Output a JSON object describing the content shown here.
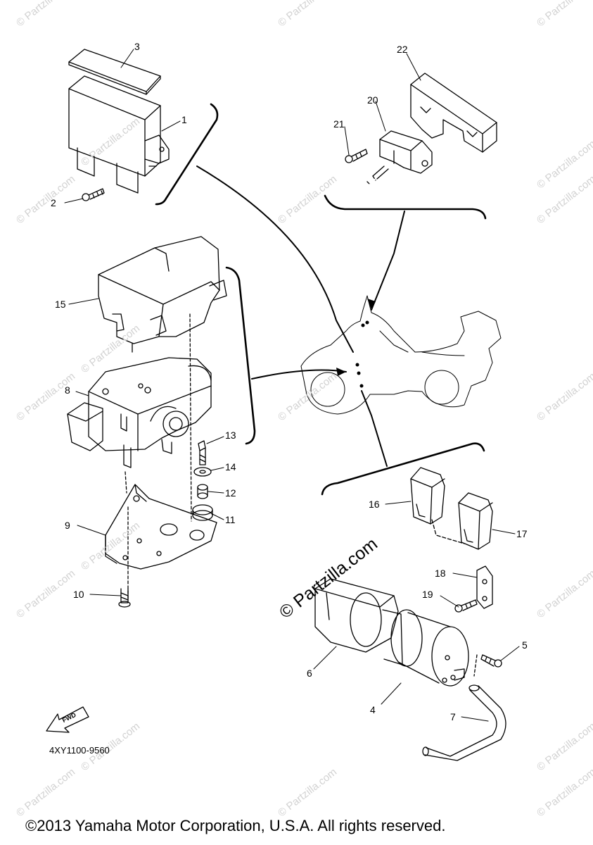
{
  "watermark": "© Partzilla.com",
  "center_watermark": "© Partzilla.com",
  "callouts": [
    "1",
    "2",
    "3",
    "4",
    "5",
    "6",
    "7",
    "8",
    "9",
    "10",
    "11",
    "12",
    "13",
    "14",
    "15",
    "16",
    "17",
    "18",
    "19",
    "20",
    "21",
    "22"
  ],
  "fwd_label": "FWD",
  "part_code": "4XY1100-9560",
  "copyright": "©2013 Yamaha Motor Corporation, U.S.A. All rights reserved."
}
